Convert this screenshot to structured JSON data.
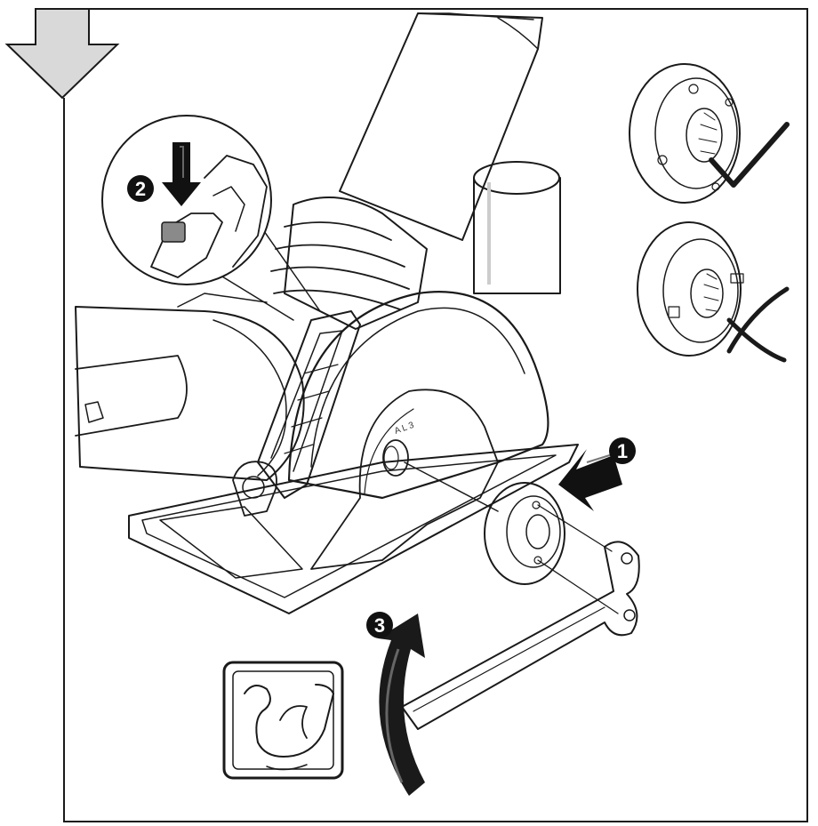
{
  "figure": {
    "steps": [
      {
        "id": 1,
        "label": "1"
      },
      {
        "id": 2,
        "label": "2"
      },
      {
        "id": 3,
        "label": "3"
      }
    ],
    "colors": {
      "ink": "#1a1a1a",
      "light_gray": "#e6e6e6",
      "mid_gray": "#c8c8c8",
      "dark_gray": "#8a8a8a",
      "badge": "#111111",
      "paper": "#ffffff"
    },
    "icons": {
      "down_arrow": "down-arrow-icon",
      "correct": "check-mark-icon",
      "incorrect": "cross-mark-icon",
      "strength": "flexed-arm-icon"
    },
    "blade_marking": "A L 3"
  }
}
